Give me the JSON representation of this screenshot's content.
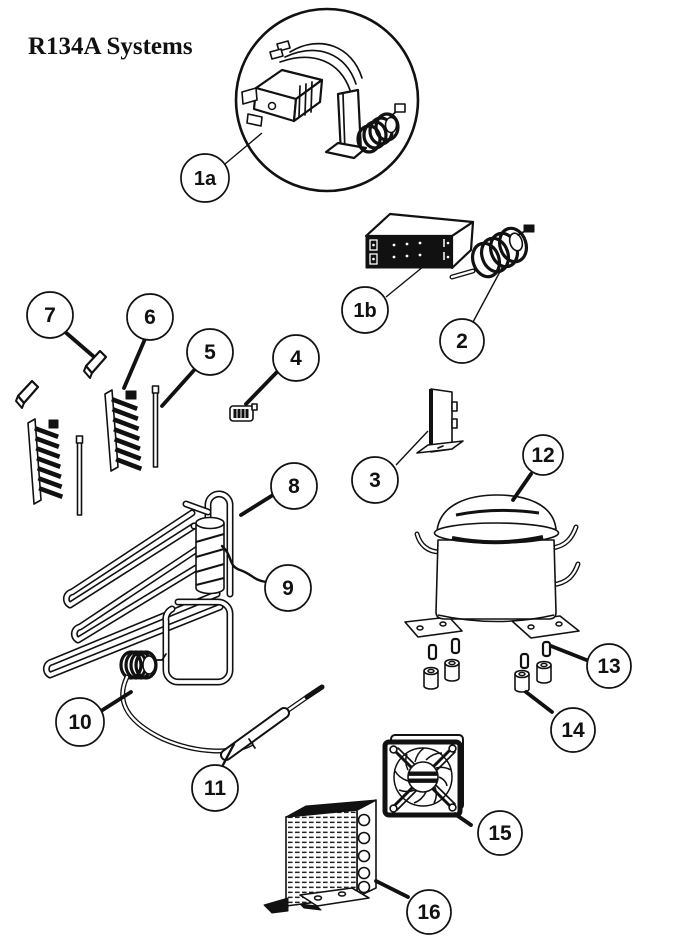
{
  "title": "R134A Systems",
  "diagram": {
    "callouts": {
      "c1a": {
        "label": "1a"
      },
      "c1b": {
        "label": "1b"
      },
      "c2": {
        "label": "2"
      },
      "c3": {
        "label": "3"
      },
      "c4": {
        "label": "4"
      },
      "c5": {
        "label": "5"
      },
      "c6": {
        "label": "6"
      },
      "c7": {
        "label": "7"
      },
      "c8": {
        "label": "8"
      },
      "c9": {
        "label": "9"
      },
      "c10": {
        "label": "10"
      },
      "c11": {
        "label": "11"
      },
      "c12": {
        "label": "12"
      },
      "c13": {
        "label": "13"
      },
      "c14": {
        "label": "14"
      },
      "c15": {
        "label": "15"
      },
      "c16": {
        "label": "16"
      }
    }
  }
}
